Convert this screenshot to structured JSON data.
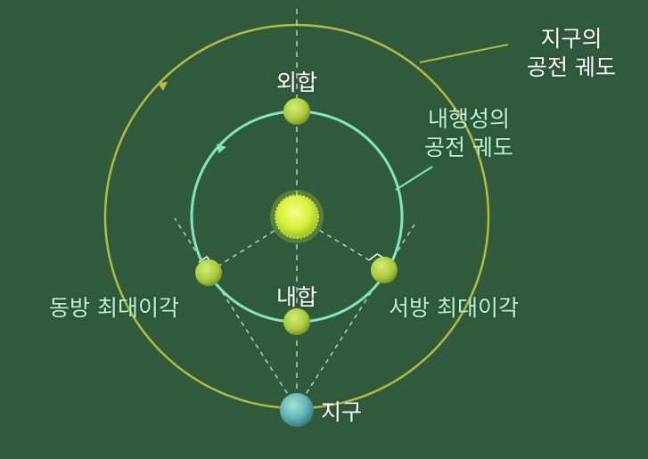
{
  "labels": {
    "earth_orbit_line1": "지구의",
    "earth_orbit_line2": "공전 궤도",
    "inner_orbit_line1": "내행성의",
    "inner_orbit_line2": "공전 궤도",
    "superior_conjunction": "외합",
    "inferior_conjunction": "내합",
    "greatest_east": "동방 최대이각",
    "greatest_west": "서방 최대이각",
    "earth": "지구"
  },
  "colors": {
    "background": "#2f5a3b",
    "earth_orbit": "#b7bb3c",
    "inner_orbit": "#7fe8c0",
    "sun": "#d9f23a",
    "planet": "#a8c83a",
    "earth": "#5fb7b5",
    "dashed": "#d8e3d8"
  }
}
